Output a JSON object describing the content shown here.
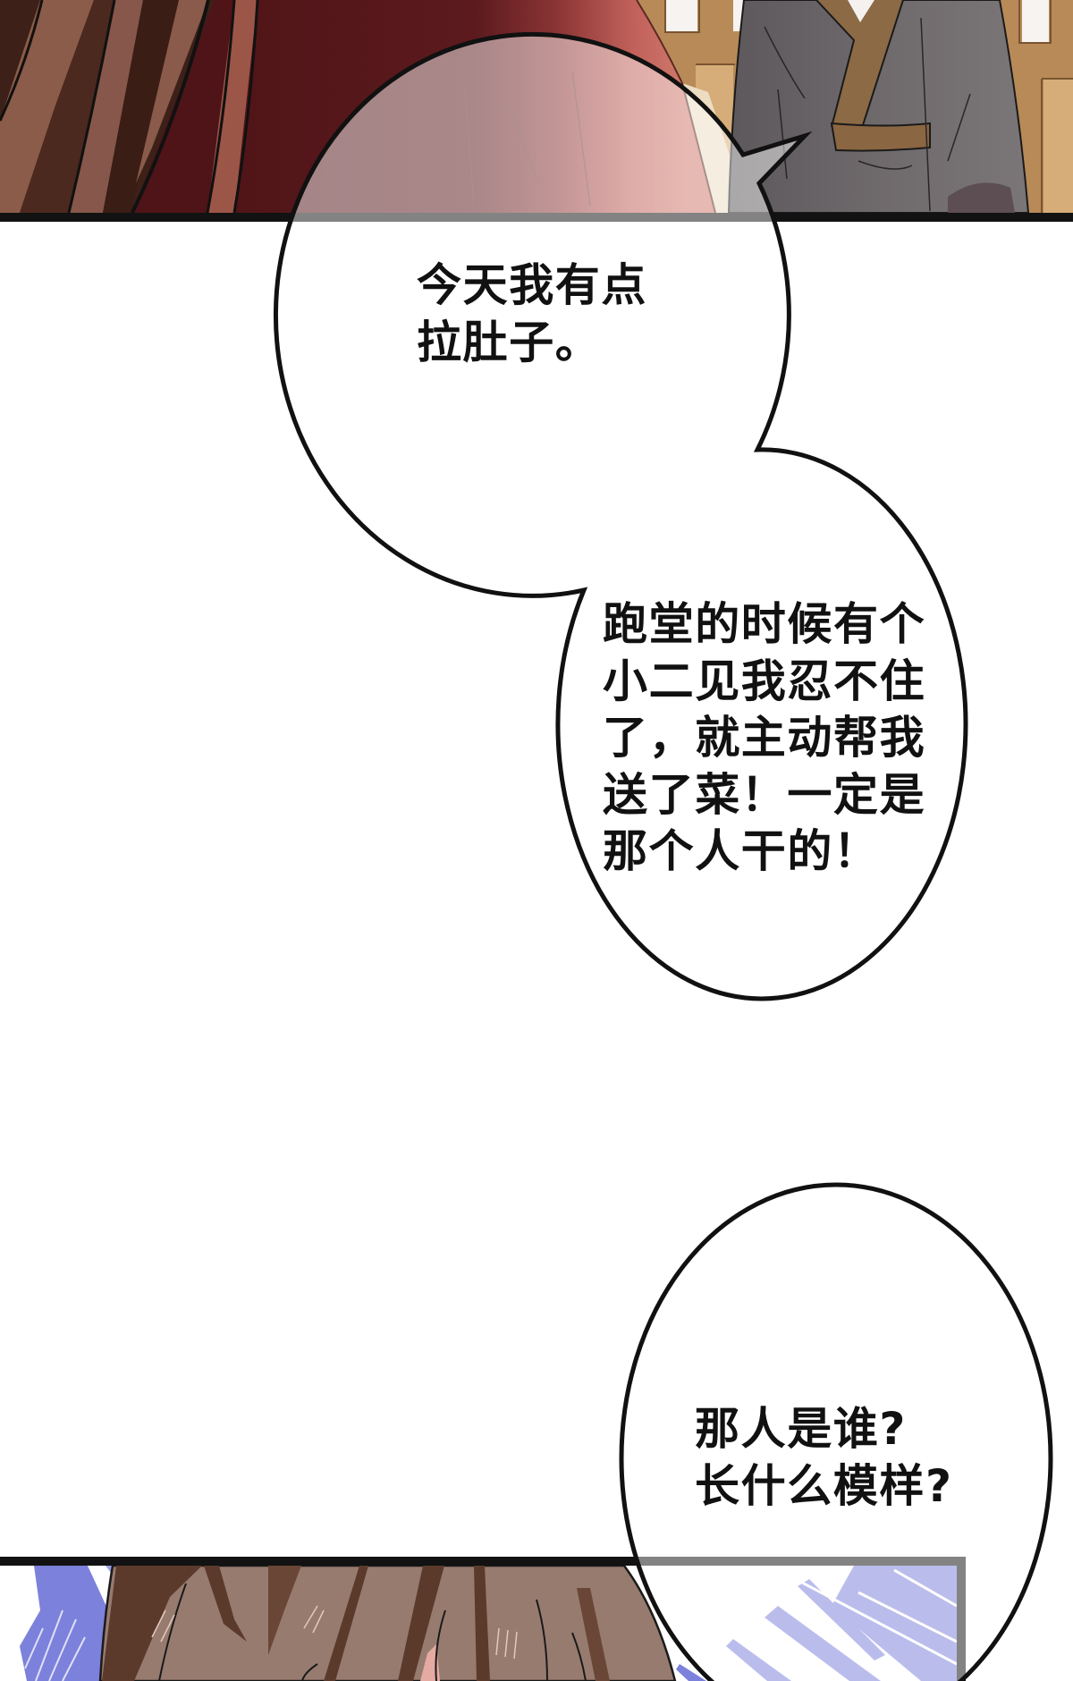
{
  "page": {
    "background": "#ffffff"
  },
  "palette": {
    "panel_border": "#121212",
    "bubble_stroke": "#111111",
    "bubble_fill": "#ffffff",
    "text": "#111111",
    "curtain_dark": "#3d2018",
    "curtain_light": "#8b5c49",
    "robe_red_dark": "#5c1a1e",
    "robe_salmon": "#d07a6c",
    "robe_gray": "#6f6a6c",
    "sash_brown": "#8c6a45",
    "wood_tan": "#b88a58",
    "wood_light": "#d6ad78",
    "window_white": "#f6f3f0",
    "hair_brown": "#977b6f",
    "hair_dark": "#5b3a2c",
    "speed_lines_blue": "#7c81db"
  },
  "speech_bubbles": [
    {
      "lines": [
        "今天我有点",
        "拉肚子。"
      ]
    },
    {
      "lines": [
        "跑堂的时候有个",
        "小二见我忍不住",
        "了，就主动帮我",
        "送了菜！一定是",
        "那个人干的！"
      ]
    },
    {
      "lines": [
        "那人是谁?",
        "长什么模样?"
      ]
    }
  ]
}
